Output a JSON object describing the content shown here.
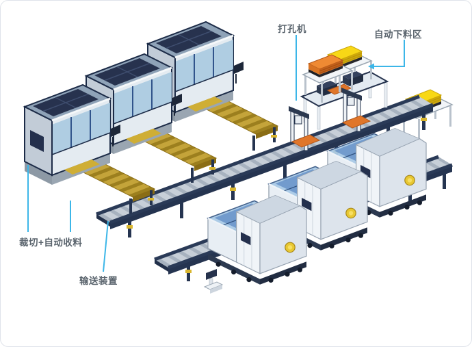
{
  "scene": {
    "title": "factory-automation-line-diagram",
    "labels": {
      "punching": "打孔机",
      "unloading": "自动下料区",
      "cutting": "裁切+自动收料",
      "conveyor": "输送装置"
    },
    "accent_colors": {
      "callout_line": "#3cb6e8",
      "label_text": "#5a646d",
      "conveyor_yellow": "#c4a43a",
      "plate_orange": "#e0762a",
      "stack_yellow": "#f8d816",
      "machine_frame_navy": "#1c2b47",
      "glass_blue": "#a9cae6",
      "background": "#ffffff",
      "border": "#dfe3ea"
    }
  }
}
